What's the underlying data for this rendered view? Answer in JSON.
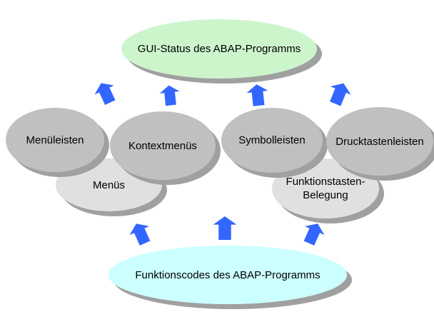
{
  "diagram": {
    "background": "#ffffff",
    "colors": {
      "arrow": "#3366ff",
      "shadow": "#a0a0a0",
      "text": "#000000"
    },
    "nodes": {
      "gui_status": {
        "label": "GUI-Status des ABAP-Programms",
        "fill": "#ccf5cc"
      },
      "menueleisten": {
        "label": "Menüleisten",
        "fill": "#c0c0c0"
      },
      "kontextmenues": {
        "label": "Kontextmenüs",
        "fill": "#c0c0c0"
      },
      "symbolleisten": {
        "label": "Symbolleisten",
        "fill": "#c0c0c0"
      },
      "drucktastenleisten": {
        "label": "Drucktastenleisten",
        "fill": "#c0c0c0"
      },
      "menues": {
        "label": "Menüs",
        "fill": "#e0e0e0"
      },
      "funktionstasten_belegung": {
        "label": "Funktionstasten-",
        "label2": "Belegung",
        "fill": "#e0e0e0"
      },
      "funktionscodes": {
        "label": "Funktionscodes des ABAP-Programms",
        "fill": "#ccffff"
      }
    },
    "arrows": {
      "direction": "up",
      "top_row_count": 4,
      "bottom_row_count": 3
    }
  }
}
